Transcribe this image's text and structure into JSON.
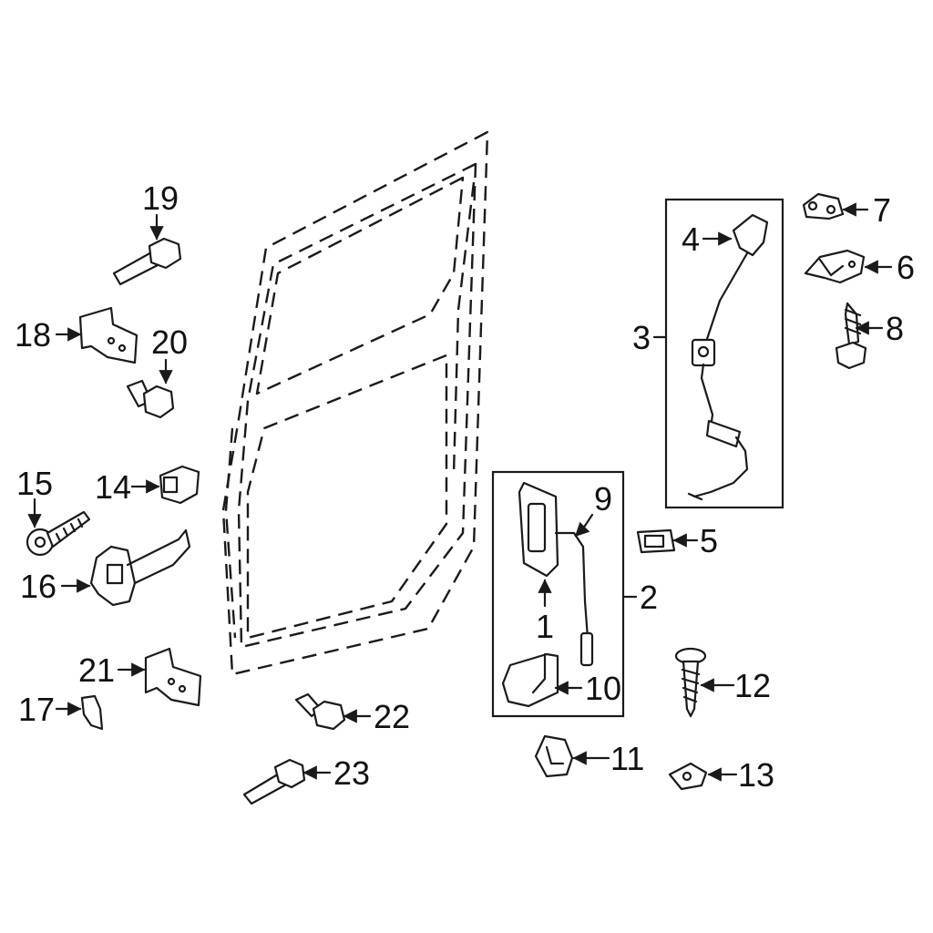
{
  "diagram": {
    "callouts": [
      {
        "id": "1",
        "label": "1"
      },
      {
        "id": "2",
        "label": "2"
      },
      {
        "id": "3",
        "label": "3"
      },
      {
        "id": "4",
        "label": "4"
      },
      {
        "id": "5",
        "label": "5"
      },
      {
        "id": "6",
        "label": "6"
      },
      {
        "id": "7",
        "label": "7"
      },
      {
        "id": "8",
        "label": "8"
      },
      {
        "id": "9",
        "label": "9"
      },
      {
        "id": "10",
        "label": "10"
      },
      {
        "id": "11",
        "label": "11"
      },
      {
        "id": "12",
        "label": "12"
      },
      {
        "id": "13",
        "label": "13"
      },
      {
        "id": "14",
        "label": "14"
      },
      {
        "id": "15",
        "label": "15"
      },
      {
        "id": "16",
        "label": "16"
      },
      {
        "id": "17",
        "label": "17"
      },
      {
        "id": "18",
        "label": "18"
      },
      {
        "id": "19",
        "label": "19"
      },
      {
        "id": "20",
        "label": "20"
      },
      {
        "id": "21",
        "label": "21"
      },
      {
        "id": "22",
        "label": "22"
      },
      {
        "id": "23",
        "label": "23"
      }
    ],
    "colors": {
      "ink": "#1a1a1a",
      "background": "#ffffff"
    }
  }
}
